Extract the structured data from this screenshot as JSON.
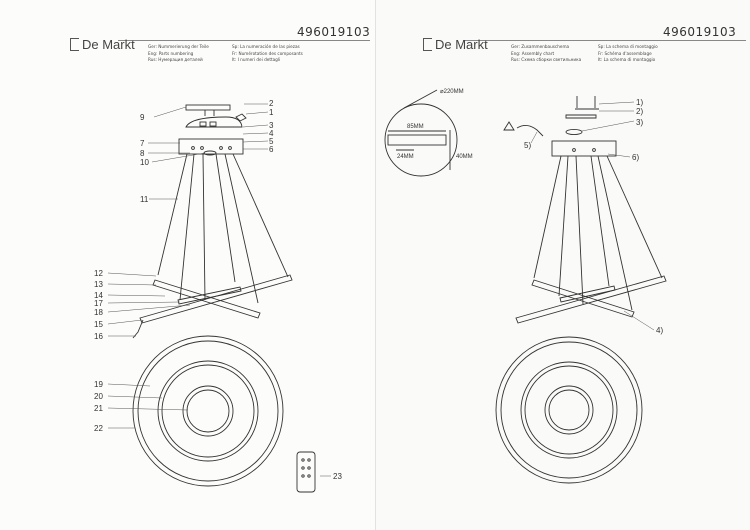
{
  "document_number": "496019103",
  "brand": "De Markt",
  "left_page": {
    "captions_col1": [
      "Ger: Nummerierung der Teile",
      "Eng: Parts numbering",
      "Rus: Нумерация деталей"
    ],
    "captions_col2": [
      "Sp: La numeración de las piezas",
      "Fr: Numérotation des composants",
      "It: I numeri dei dettagli"
    ],
    "part_numbers": [
      "1",
      "2",
      "3",
      "4",
      "5",
      "6",
      "7",
      "8",
      "9",
      "10",
      "11",
      "12",
      "13",
      "14",
      "15",
      "16",
      "17",
      "18",
      "19",
      "20",
      "21",
      "22",
      "23"
    ]
  },
  "right_page": {
    "captions_col1": [
      "Ger: Zusammenbauschema",
      "Eng: Assembly chart",
      "Rus: Схема сборки светильника"
    ],
    "captions_col2": [
      "Sp: La schema di montaggio",
      "Fr: Schéma d'assemblage",
      "It: La schema di montaggio"
    ],
    "dimensions": {
      "diameter": "⌀220MM",
      "width": "85MM",
      "hole": "24MM",
      "depth": "40MM"
    },
    "step_labels": [
      "1)",
      "2)",
      "3)",
      "4)",
      "5)",
      "6)"
    ]
  }
}
